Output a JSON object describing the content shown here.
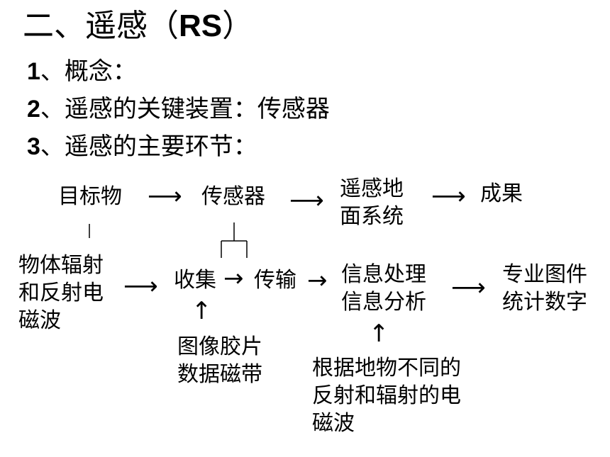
{
  "title": {
    "main": "二、遥感（",
    "rs": "RS",
    "close": "）"
  },
  "items": [
    {
      "num": "1",
      "text": "、概念："
    },
    {
      "num": "2",
      "text": "、遥感的关键装置：传感器"
    },
    {
      "num": "3",
      "text": "、遥感的主要环节："
    }
  ],
  "diagram": {
    "target": "目标物",
    "sensor": "传感器",
    "ground_system": [
      "遥感地",
      "面系统"
    ],
    "result": "成果",
    "radiation": [
      "物体辐射",
      "和反射电",
      "磁波"
    ],
    "collect": "收集",
    "transmit": "传输",
    "processing": [
      "信息处理",
      "信息分析"
    ],
    "products": [
      "专业图件",
      "统计数字"
    ],
    "media": [
      "图像胶片",
      "数据磁带"
    ],
    "em_waves": [
      "根据地物不同的",
      "反射和辐射的电",
      "磁波"
    ],
    "arrow": "⟶",
    "arrow_short": "→",
    "arrow_up": "↑"
  }
}
